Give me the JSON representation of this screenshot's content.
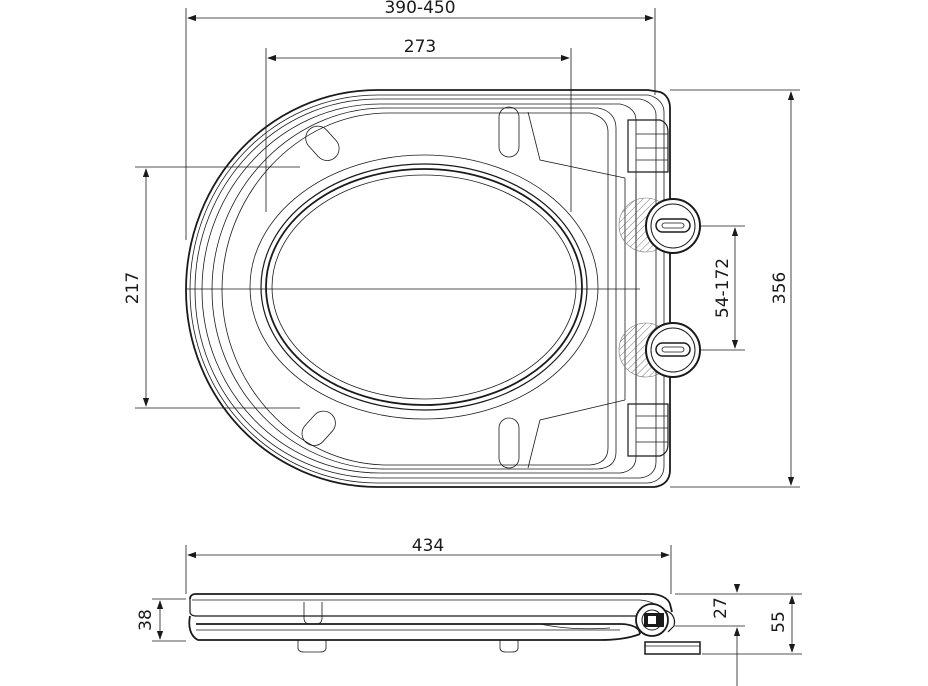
{
  "dimensions": {
    "overall_width_top": "390-450",
    "inner_width": "273",
    "inner_height": "217",
    "hinge_spacing": "54-172",
    "overall_depth": "356",
    "side_length": "434",
    "side_seat_height": "38",
    "side_lid_height": "27",
    "side_total_height": "55"
  }
}
